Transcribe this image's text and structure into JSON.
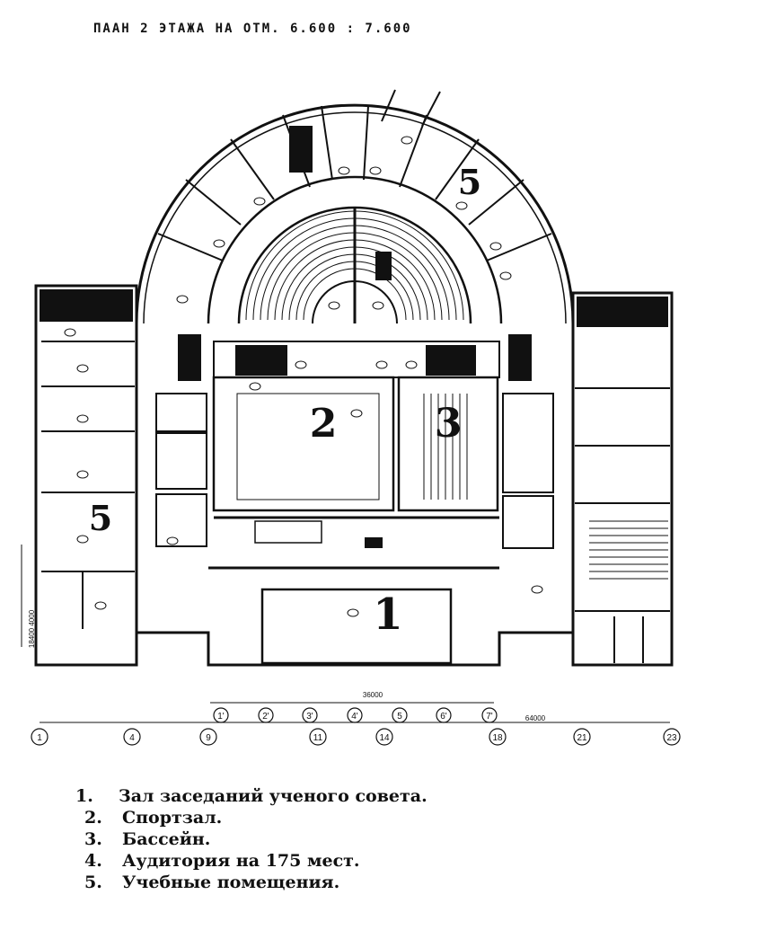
{
  "title": "ПААН  2 ЭТАЖА    НА    ОТМ. 6.600 : 7.600",
  "big_labels": [
    "5",
    "2",
    "3",
    "5",
    "1"
  ],
  "axes": {
    "bottom": [
      "1",
      "4",
      "9",
      "11",
      "14",
      "18",
      "21",
      "23"
    ],
    "secondary": [
      "1'",
      "2'",
      "3'",
      "4'",
      "5",
      "6'",
      "7'"
    ]
  },
  "dimensions": {
    "overall": "64000",
    "center": "36000",
    "side": "18400 4000"
  },
  "legend": [
    {
      "num": "1.",
      "text": "Зал заседаний   ученого совета."
    },
    {
      "num": "2.",
      "text": "Спортзал."
    },
    {
      "num": "3.",
      "text": "Бассейн."
    },
    {
      "num": "4.",
      "text": "Аудитория на 175 мест."
    },
    {
      "num": "5.",
      "text": "Учебные помещения."
    }
  ],
  "colors": {
    "ink": "#111111",
    "paper": "#ffffff"
  }
}
